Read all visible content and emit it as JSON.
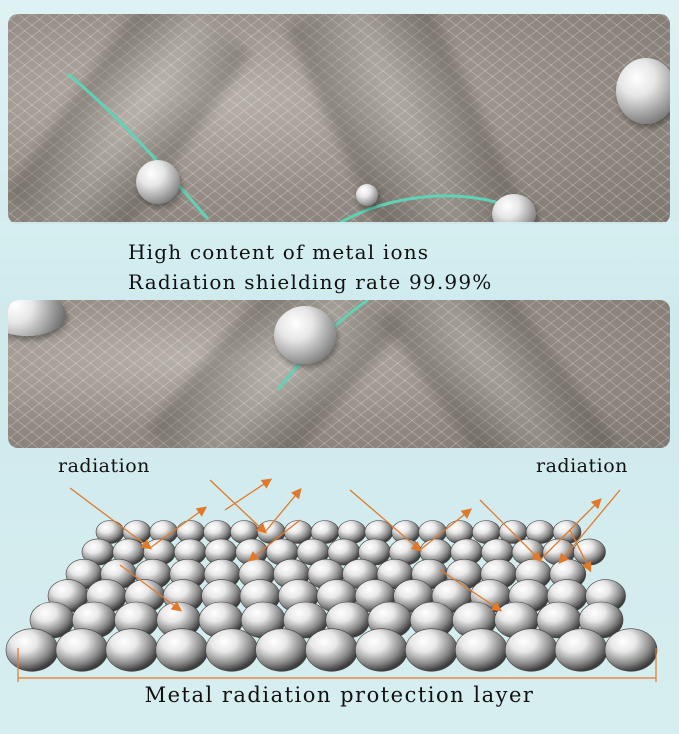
{
  "captions": {
    "line1": "High content of metal ions",
    "line2": "Radiation shielding rate 99.99%"
  },
  "labels": {
    "radiation_left": "radiation",
    "radiation_right": "radiation",
    "layer": "Metal radiation protection layer"
  },
  "colors": {
    "background": "#d8eef0",
    "thread_accent": "#5fd3b5",
    "arrow": "#e07a2a"
  },
  "icons": [
    "metal-sphere",
    "radiation-arrow",
    "mercury-droplet"
  ]
}
